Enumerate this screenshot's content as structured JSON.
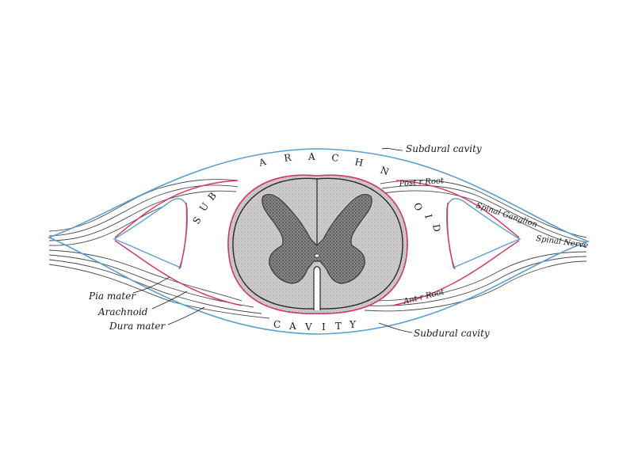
{
  "labels": {
    "subdural_cavity_top": "Subdural cavity",
    "subdural_cavity_bottom": "Subdural cavity",
    "posterior_root": "Post r Root",
    "spinal_ganglion": "Spinal Ganglion",
    "spinal_nerve": "Spinal Nerve",
    "anterior_root": "Ant r Root",
    "pia_mater": "Pia mater",
    "arachnoid": "Arachnoid",
    "dura_mater": "Dura mater"
  },
  "cavity_letters": {
    "sub": [
      "S",
      "U",
      "B"
    ],
    "arachn": [
      "A",
      "R",
      "A",
      "C",
      "H",
      "N"
    ],
    "oid": [
      "O",
      "I",
      "D"
    ],
    "cavity": [
      "C",
      "A",
      "V",
      "I",
      "T",
      "Y"
    ]
  },
  "colors": {
    "dura": "#5a9fd4",
    "arachnoid": "#d9335e",
    "cord_fill": "#c8c6c6",
    "grey_matter": "#7d7b7b",
    "ink": "#1a1a1a"
  }
}
